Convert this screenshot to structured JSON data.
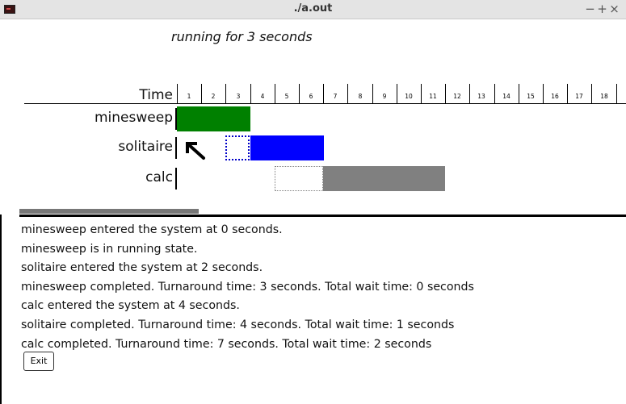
{
  "window": {
    "title": "./a.out",
    "buttons": [
      "−",
      "+",
      "×"
    ]
  },
  "header": {
    "status": "running for 3 seconds"
  },
  "timeline": {
    "axis_label": "Time",
    "ticks": [
      "1",
      "2",
      "3",
      "4",
      "5",
      "6",
      "7",
      "8",
      "9",
      "10",
      "11",
      "12",
      "13",
      "14",
      "15",
      "16",
      "17",
      "18"
    ],
    "processes": [
      {
        "name": "minesweep",
        "arrival": 0,
        "wait_start": null,
        "wait_end": null,
        "run_start": 0,
        "run_end": 3,
        "color": "#008000"
      },
      {
        "name": "solitaire",
        "arrival": 2,
        "wait_start": 2,
        "wait_end": 3,
        "run_start": 3,
        "run_end": 6,
        "color": "#0000ff"
      },
      {
        "name": "calc",
        "arrival": 4,
        "wait_start": 4,
        "wait_end": 6,
        "run_start": 6,
        "run_end": 11,
        "color": "#808080"
      }
    ]
  },
  "log": [
    "minesweep entered the system at 0 seconds.",
    "minesweep is in running state.",
    "solitaire entered the system at 2 seconds.",
    "minesweep completed. Turnaround time: 3 seconds. Total wait time: 0 seconds",
    "calc entered the system at 4 seconds.",
    "solitaire completed. Turnaround time: 4 seconds. Total wait time: 1 seconds",
    "calc completed. Turnaround time: 7 seconds. Total wait time: 2 seconds"
  ],
  "actions": {
    "exit_label": "Exit"
  }
}
